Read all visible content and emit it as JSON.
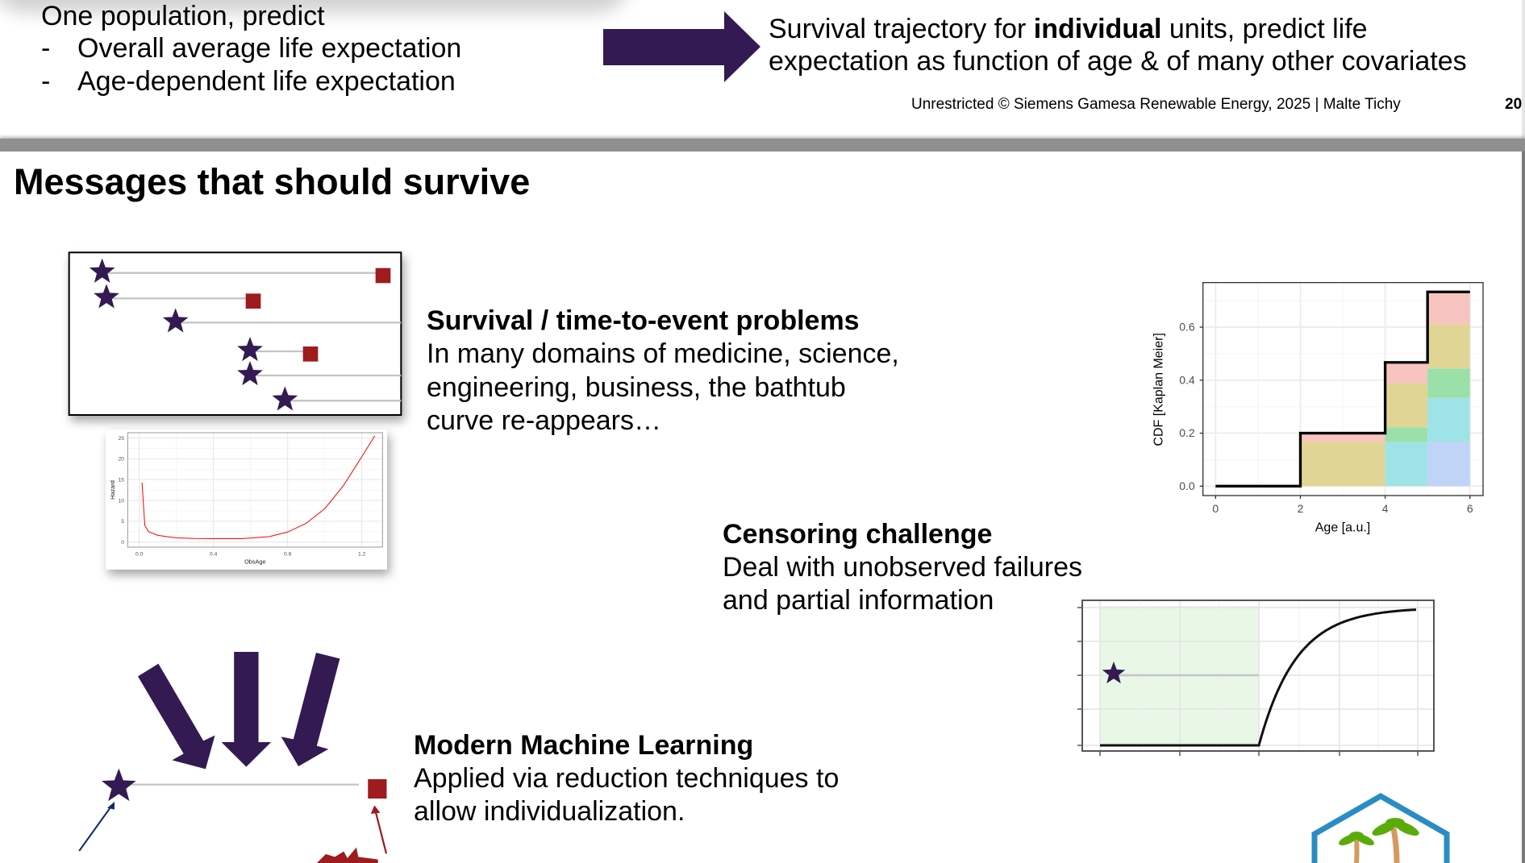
{
  "previous_slide": {
    "left_heading": "One population, predict",
    "left_bullets": [
      {
        "dash": "-",
        "text": "Overall average life expectation"
      },
      {
        "dash": "-",
        "text": "Age-dependent life expectation"
      }
    ],
    "right_text_pre": "Survival trajectory for ",
    "right_text_bold": "individual",
    "right_text_post": " units, predict life",
    "right_text_line2": "expectation as function of age & of many other covariates",
    "footer": "Unrestricted © Siemens Gamesa Renewable Energy, 2025 | Malte Tichy",
    "page_number": "20"
  },
  "slide": {
    "title": "Messages that should survive",
    "sections": [
      {
        "heading": "Survival / time-to-event problems",
        "lines": [
          "In many domains of medicine, science,",
          "engineering, business, the bathtub",
          "curve re-appears…"
        ]
      },
      {
        "heading": "Censoring challenge",
        "lines": [
          "Deal with unobserved failures",
          "and partial information"
        ]
      },
      {
        "heading": "Modern Machine Learning",
        "lines": [
          "Applied via reduction techniques to",
          "allow individualization."
        ]
      }
    ]
  },
  "colors": {
    "accent_purple": "#331a52",
    "event_red": "#9e1b1e",
    "hazard_red": "#ff0000",
    "logo_blue": "#2a8cc4"
  },
  "chart_data": [
    {
      "type": "line",
      "title": "",
      "xlabel": "ObsAge",
      "ylabel": "Hazard",
      "xlim": [
        0,
        1.3
      ],
      "ylim": [
        0,
        26
      ],
      "xticks": [
        "0.0",
        "0.4",
        "0.8",
        "1.2"
      ],
      "yticks": [
        "0",
        "5",
        "10",
        "15",
        "20",
        "25"
      ],
      "x": [
        0.015,
        0.03,
        0.05,
        0.1,
        0.2,
        0.3,
        0.4,
        0.55,
        0.7,
        0.8,
        0.9,
        1.0,
        1.1,
        1.2,
        1.27
      ],
      "y": [
        14.3,
        4,
        2.5,
        1.6,
        1.0,
        0.85,
        0.8,
        0.8,
        1.3,
        2.4,
        4.5,
        8,
        13.5,
        20.5,
        25.5
      ]
    },
    {
      "type": "area",
      "xlabel": "Age [a.u.]",
      "ylabel": "CDF [Kaplan Meier]",
      "xlim": [
        0,
        6
      ],
      "ylim": [
        0,
        0.75
      ],
      "xticks": [
        "0",
        "2",
        "4",
        "6"
      ],
      "yticks": [
        "0.0",
        "0.2",
        "0.4",
        "0.6"
      ],
      "step": {
        "x": [
          0,
          2,
          4,
          5,
          6
        ],
        "y": [
          0,
          0.2,
          0.467,
          0.733
        ]
      },
      "stacks": [
        {
          "x0": 2,
          "x1": 4,
          "layers": [
            {
              "color": "#e0d595",
              "v": 0.167
            },
            {
              "color": "#f8c4c0",
              "v": 0.033
            }
          ]
        },
        {
          "x0": 4,
          "x1": 5,
          "layers": [
            {
              "color": "#9ee4e6",
              "v": 0.167
            },
            {
              "color": "#9ae0a8",
              "v": 0.055
            },
            {
              "color": "#e0d595",
              "v": 0.167
            },
            {
              "color": "#f8c4c0",
              "v": 0.078
            }
          ]
        },
        {
          "x0": 5,
          "x1": 6,
          "layers": [
            {
              "color": "#c0d4f8",
              "v": 0.167
            },
            {
              "color": "#9ee4e6",
              "v": 0.166
            },
            {
              "color": "#9ae0a8",
              "v": 0.111
            },
            {
              "color": "#e0d595",
              "v": 0.167
            },
            {
              "color": "#f8c4c0",
              "v": 0.122
            }
          ]
        }
      ]
    }
  ]
}
